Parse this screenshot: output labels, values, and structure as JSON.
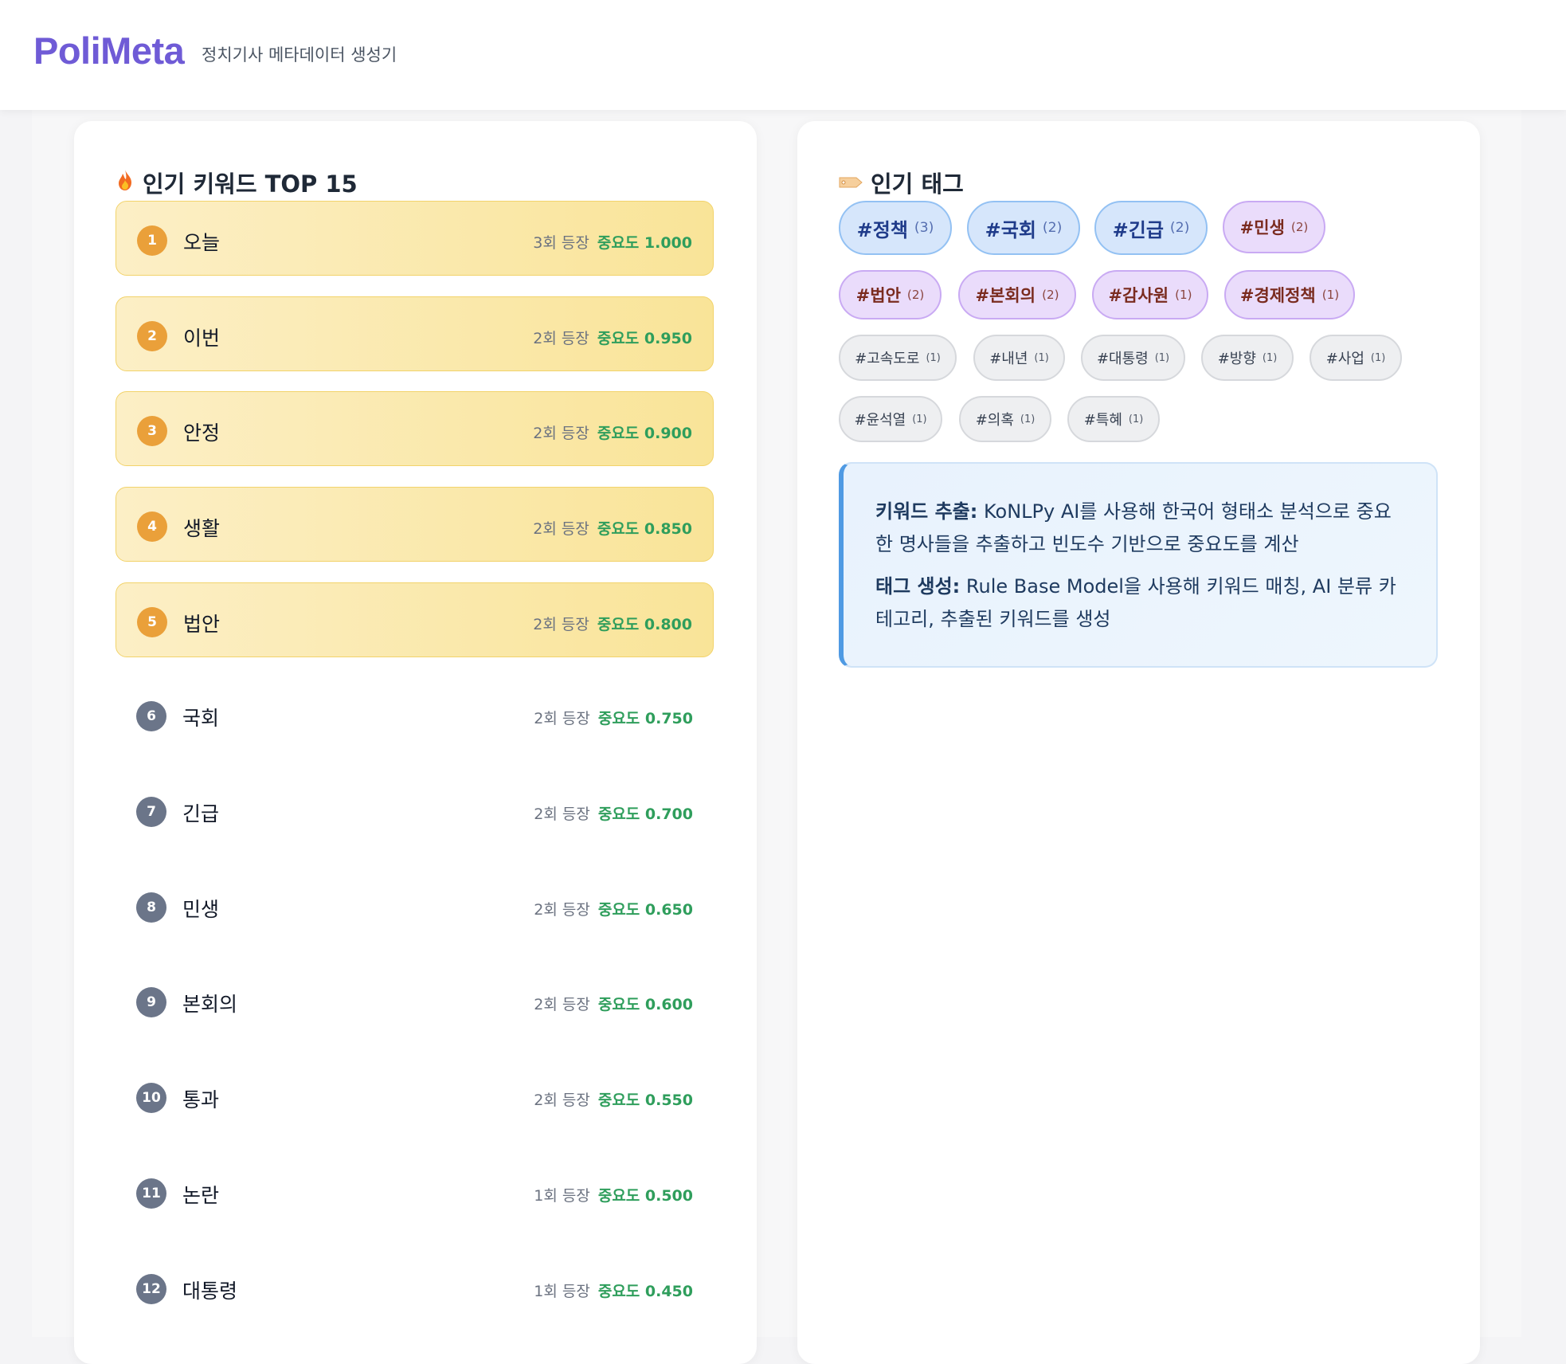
{
  "header": {
    "logo": "PoliMeta",
    "subtitle": "정치기사 메타데이터 생성기"
  },
  "keywords": {
    "title": "인기 키워드 TOP 15",
    "items": [
      {
        "rank": "1",
        "word": "오늘",
        "count": "3회 등장",
        "importance": "중요도 1.000"
      },
      {
        "rank": "2",
        "word": "이번",
        "count": "2회 등장",
        "importance": "중요도 0.950"
      },
      {
        "rank": "3",
        "word": "안정",
        "count": "2회 등장",
        "importance": "중요도 0.900"
      },
      {
        "rank": "4",
        "word": "생활",
        "count": "2회 등장",
        "importance": "중요도 0.850"
      },
      {
        "rank": "5",
        "word": "법안",
        "count": "2회 등장",
        "importance": "중요도 0.800"
      },
      {
        "rank": "6",
        "word": "국회",
        "count": "2회 등장",
        "importance": "중요도 0.750"
      },
      {
        "rank": "7",
        "word": "긴급",
        "count": "2회 등장",
        "importance": "중요도 0.700"
      },
      {
        "rank": "8",
        "word": "민생",
        "count": "2회 등장",
        "importance": "중요도 0.650"
      },
      {
        "rank": "9",
        "word": "본회의",
        "count": "2회 등장",
        "importance": "중요도 0.600"
      },
      {
        "rank": "10",
        "word": "통과",
        "count": "2회 등장",
        "importance": "중요도 0.550"
      },
      {
        "rank": "11",
        "word": "논란",
        "count": "1회 등장",
        "importance": "중요도 0.500"
      },
      {
        "rank": "12",
        "word": "대통령",
        "count": "1회 등장",
        "importance": "중요도 0.450"
      }
    ]
  },
  "tags": {
    "title": "인기 태그",
    "items": [
      {
        "label": "#정책",
        "count": "(3)"
      },
      {
        "label": "#국회",
        "count": "(2)"
      },
      {
        "label": "#긴급",
        "count": "(2)"
      },
      {
        "label": "#민생",
        "count": "(2)"
      },
      {
        "label": "#법안",
        "count": "(2)"
      },
      {
        "label": "#본회의",
        "count": "(2)"
      },
      {
        "label": "#감사원",
        "count": "(1)"
      },
      {
        "label": "#경제정책",
        "count": "(1)"
      },
      {
        "label": "#고속도로",
        "count": "(1)"
      },
      {
        "label": "#내년",
        "count": "(1)"
      },
      {
        "label": "#대통령",
        "count": "(1)"
      },
      {
        "label": "#방향",
        "count": "(1)"
      },
      {
        "label": "#사업",
        "count": "(1)"
      },
      {
        "label": "#윤석열",
        "count": "(1)"
      },
      {
        "label": "#의혹",
        "count": "(1)"
      },
      {
        "label": "#특혜",
        "count": "(1)"
      }
    ]
  },
  "info": {
    "keyword_label": "키워드 추출:",
    "keyword_text": "KoNLPy AI를 사용해 한국어 형태소 분석으로 중요한 명사들을 추출하고 빈도수 기반으로 중요도를 계산",
    "tag_label": "태그 생성:",
    "tag_text": "Rule Base Model을 사용해 키워드 매칭, AI 분류 카테고리, 추출된 키워드를 생성"
  },
  "icons": {
    "keywords_title_icon": "fire-icon",
    "tags_title_icon": "label-tag-icon"
  },
  "colors": {
    "brand": "#6f5bd6",
    "importance": "#2f9e5c",
    "top_rank_badge": "#eaa03a",
    "rank_badge": "#6b7589",
    "info_accent": "#4f9ae3"
  }
}
